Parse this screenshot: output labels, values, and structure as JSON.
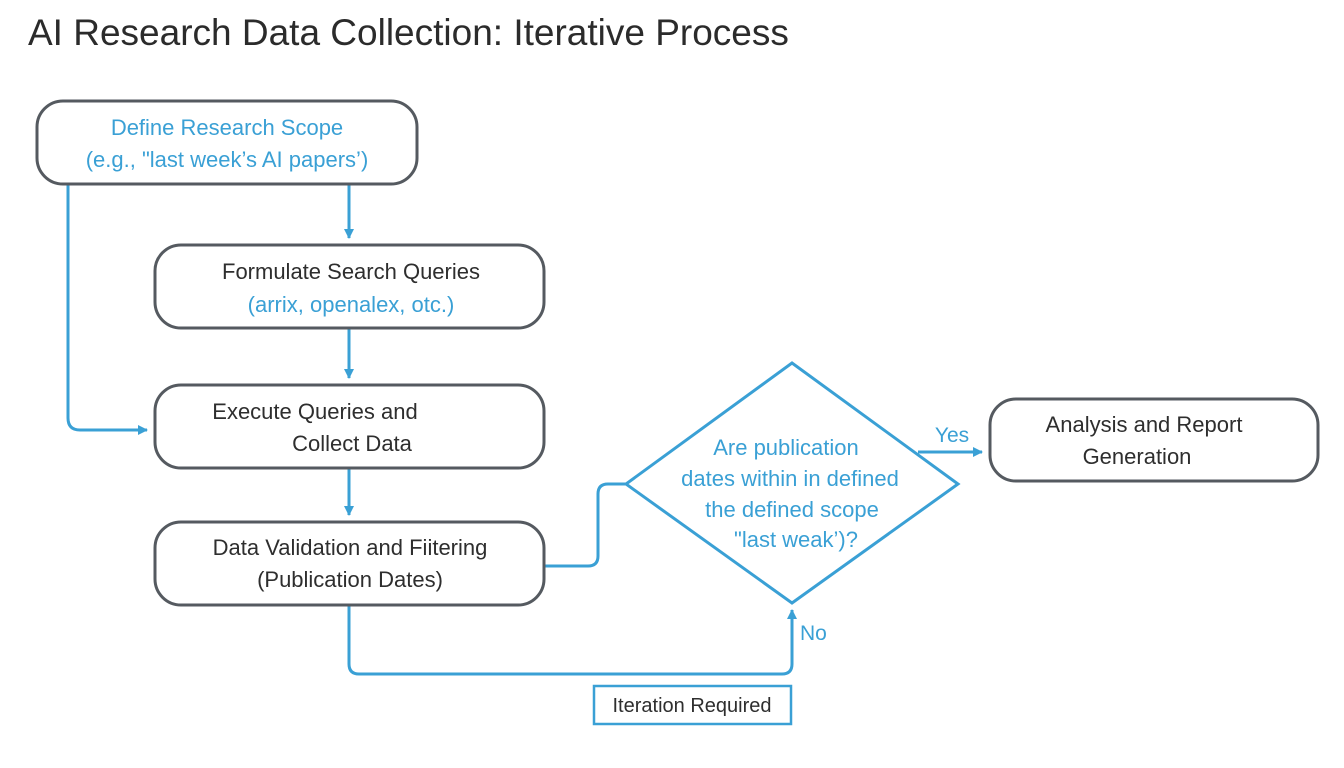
{
  "title": "AI Research Data Collection: Iterative Process",
  "colors": {
    "accent_blue": "#3aa0d5",
    "box_border": "#555a60",
    "text_dark": "#2e2e2e"
  },
  "nodes": {
    "define_scope": {
      "line1": "Define Research Scope",
      "line2": "(e.g., \"last week’s AI papers’)"
    },
    "formulate_queries": {
      "line1": "Formulate Search Queries",
      "line2": "(arrix, openalex, otc.)"
    },
    "execute_queries": {
      "line1": "Execute Queries and",
      "line2": "Collect Data"
    },
    "validation": {
      "line1": "Data Validation and Fiitering",
      "line2": "(Publication Dates)"
    },
    "decision": {
      "line1": "Are publication",
      "line2": "dates within in defined",
      "line3": "the defined scope",
      "line4": "\"last weak’)?"
    },
    "analysis": {
      "line1": "Analysis and Report",
      "line2": "Generation"
    },
    "iteration": {
      "label": "Iteration Required"
    }
  },
  "edge_labels": {
    "yes": "Yes",
    "no": "No"
  }
}
